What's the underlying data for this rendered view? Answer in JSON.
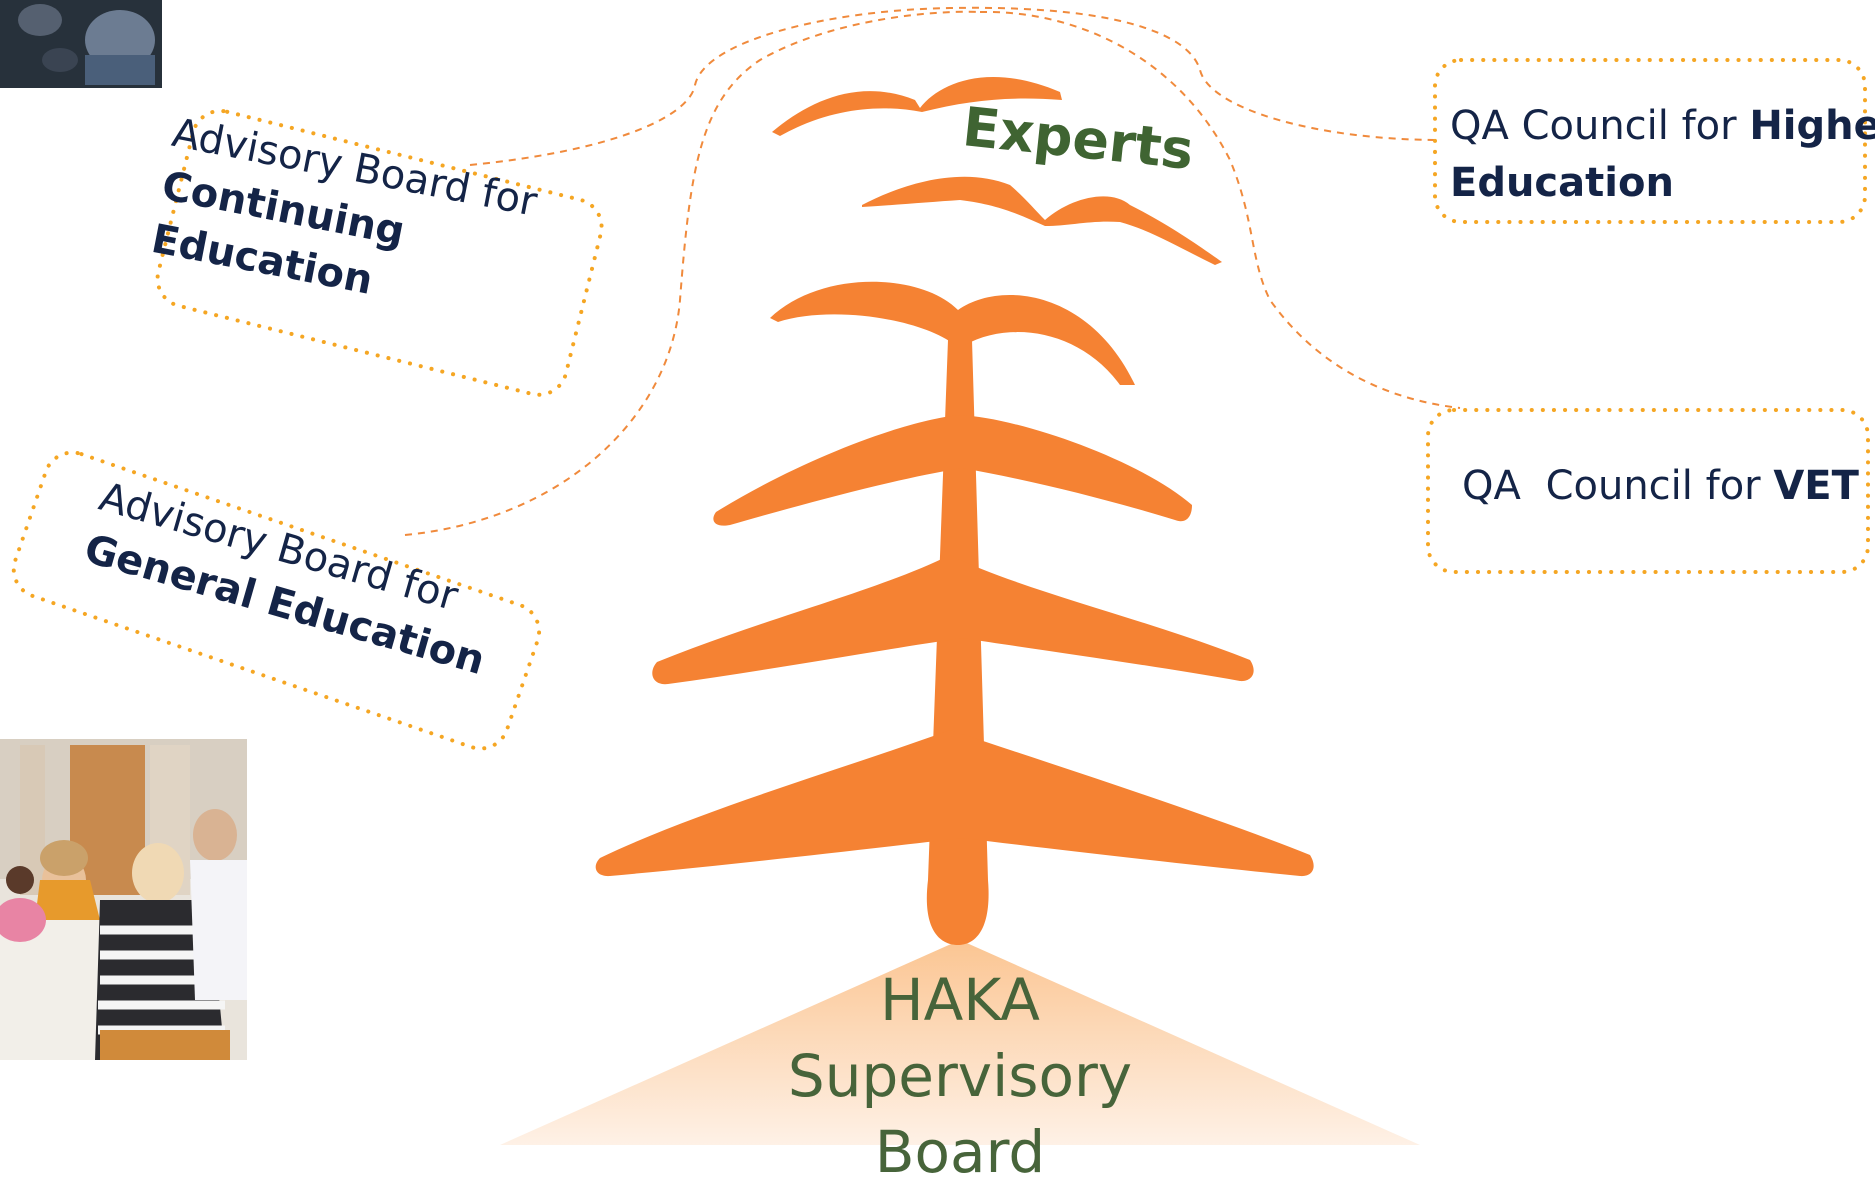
{
  "boards": {
    "continuing": {
      "prefix": "Advisory Board for",
      "bold1": "Continuing",
      "bold2": "Education"
    },
    "general": {
      "prefix": "Advisory Board for",
      "bold": "General Education"
    },
    "higher": {
      "prefix": "QA Council for",
      "bold1": "Higher",
      "bold2": "Education"
    },
    "vet": {
      "prefix1": "QA",
      "prefix2": "Council for",
      "bold": "VET"
    }
  },
  "experts_label": "Experts",
  "haka": {
    "line1": "HAKA Supervisory",
    "line2": "Board"
  },
  "colors": {
    "tree_orange": "#F58233",
    "dotted_border": "#F5A623",
    "dashed_line": "#F08A3C",
    "board_text": "#142447",
    "experts_green": "#3F6432",
    "haka_green": "#47643A",
    "triangle_top": "#FBC592",
    "triangle_bottom": "#FEF1E6"
  },
  "photos": {
    "top": "meeting-photo",
    "bottom": "meeting-photo"
  }
}
